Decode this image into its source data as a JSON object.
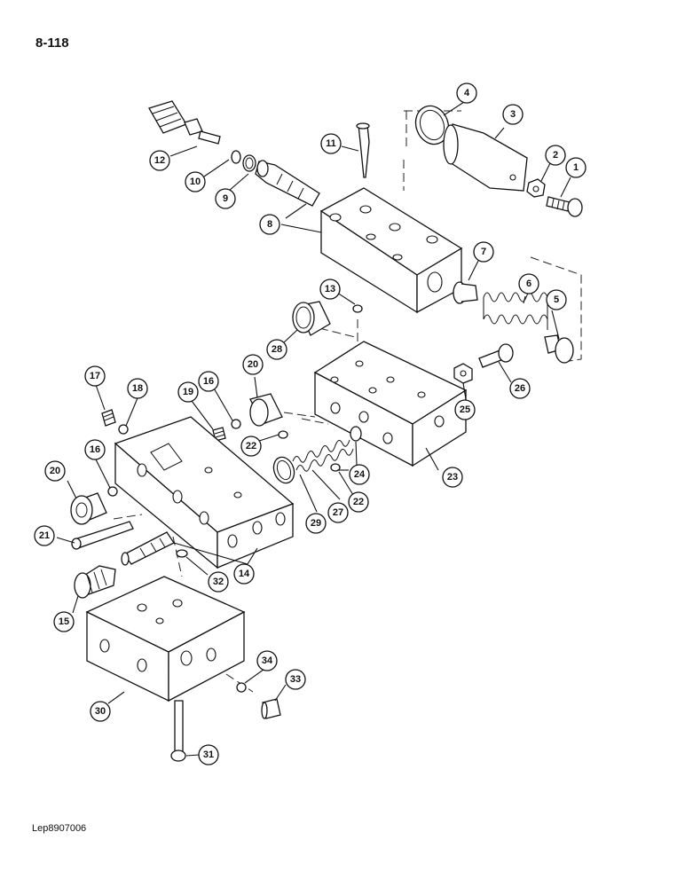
{
  "page": {
    "number": "8-118",
    "reference_code": "Lep8907006"
  },
  "callouts": [
    "1",
    "2",
    "3",
    "4",
    "5",
    "6",
    "7",
    "8",
    "9",
    "10",
    "11",
    "12",
    "13",
    "14",
    "15",
    "16",
    "16",
    "17",
    "18",
    "19",
    "20",
    "20",
    "21",
    "22",
    "22",
    "23",
    "24",
    "25",
    "26",
    "27",
    "28",
    "29",
    "30",
    "31",
    "32",
    "33",
    "34"
  ]
}
